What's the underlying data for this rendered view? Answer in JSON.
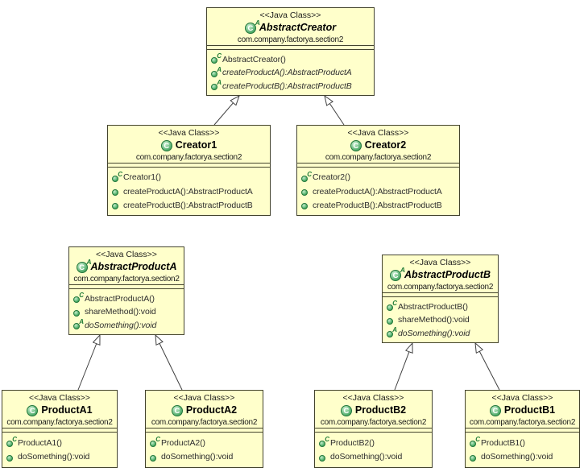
{
  "diagram": {
    "stereotype": "<<Java Class>>",
    "package": "com.company.factorya.section2",
    "colors": {
      "box_fill": "#ffffcb",
      "box_border": "#44442e",
      "edge_line": "#404040",
      "icon_green": "#3da45a",
      "icon_green_dark": "#23773b"
    },
    "icons": {
      "class_letter": "C",
      "constructor_mark": "C",
      "abstract_mark": "A"
    },
    "classes": [
      {
        "name": "AbstractCreator",
        "abstract": true,
        "methods": [
          {
            "kind": "constructor",
            "label": "AbstractCreator()"
          },
          {
            "kind": "abstract",
            "label": "createProductA():AbstractProductA"
          },
          {
            "kind": "abstract",
            "label": "createProductB():AbstractProductB"
          }
        ]
      },
      {
        "name": "Creator1",
        "abstract": false,
        "methods": [
          {
            "kind": "constructor",
            "label": "Creator1()"
          },
          {
            "kind": "public",
            "label": "createProductA():AbstractProductA"
          },
          {
            "kind": "public",
            "label": "createProductB():AbstractProductB"
          }
        ]
      },
      {
        "name": "Creator2",
        "abstract": false,
        "methods": [
          {
            "kind": "constructor",
            "label": "Creator2()"
          },
          {
            "kind": "public",
            "label": "createProductA():AbstractProductA"
          },
          {
            "kind": "public",
            "label": "createProductB():AbstractProductB"
          }
        ]
      },
      {
        "name": "AbstractProductA",
        "abstract": true,
        "methods": [
          {
            "kind": "constructor",
            "label": "AbstractProductA()"
          },
          {
            "kind": "public",
            "label": "shareMethod():void"
          },
          {
            "kind": "abstract",
            "label": "doSomething():void"
          }
        ]
      },
      {
        "name": "AbstractProductB",
        "abstract": true,
        "methods": [
          {
            "kind": "constructor",
            "label": "AbstractProductB()"
          },
          {
            "kind": "public",
            "label": "shareMethod():void"
          },
          {
            "kind": "abstract",
            "label": "doSomething():void"
          }
        ]
      },
      {
        "name": "ProductA1",
        "abstract": false,
        "methods": [
          {
            "kind": "constructor",
            "label": "ProductA1()"
          },
          {
            "kind": "public",
            "label": "doSomething():void"
          }
        ]
      },
      {
        "name": "ProductA2",
        "abstract": false,
        "methods": [
          {
            "kind": "constructor",
            "label": "ProductA2()"
          },
          {
            "kind": "public",
            "label": "doSomething():void"
          }
        ]
      },
      {
        "name": "ProductB2",
        "abstract": false,
        "methods": [
          {
            "kind": "constructor",
            "label": "ProductB2()"
          },
          {
            "kind": "public",
            "label": "doSomething():void"
          }
        ]
      },
      {
        "name": "ProductB1",
        "abstract": false,
        "methods": [
          {
            "kind": "constructor",
            "label": "ProductB1()"
          },
          {
            "kind": "public",
            "label": "doSomething():void"
          }
        ]
      }
    ],
    "edges": [
      {
        "from": "Creator1",
        "to": "AbstractCreator",
        "type": "generalization"
      },
      {
        "from": "Creator2",
        "to": "AbstractCreator",
        "type": "generalization"
      },
      {
        "from": "ProductA1",
        "to": "AbstractProductA",
        "type": "generalization"
      },
      {
        "from": "ProductA2",
        "to": "AbstractProductA",
        "type": "generalization"
      },
      {
        "from": "ProductB2",
        "to": "AbstractProductB",
        "type": "generalization"
      },
      {
        "from": "ProductB1",
        "to": "AbstractProductB",
        "type": "generalization"
      }
    ]
  }
}
